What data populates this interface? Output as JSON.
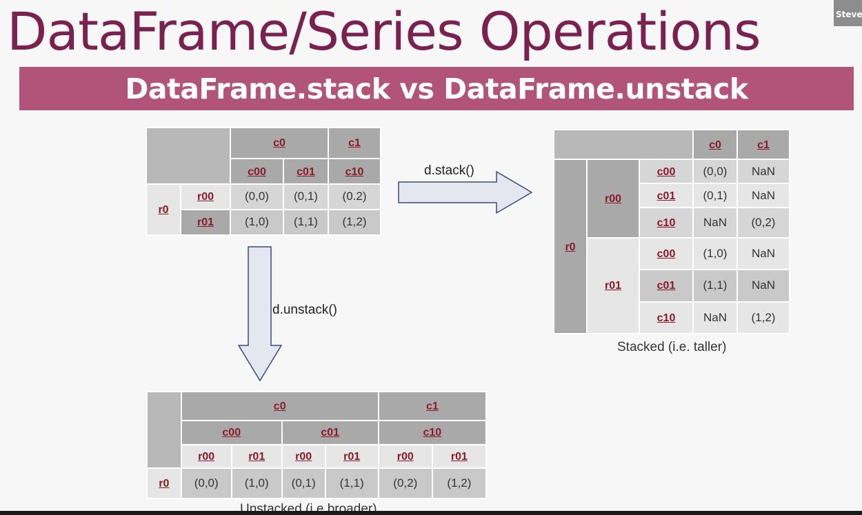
{
  "slide": {
    "title": "DataFrame/Series Operations",
    "subtitle": "DataFrame.stack vs DataFrame.unstack"
  },
  "webcam": {
    "name": "Steve"
  },
  "colors": {
    "title": "#7b2150",
    "banner": "#b2547a",
    "label": "#8a1a2a"
  },
  "original": {
    "cols": {
      "c0": "c0",
      "c1": "c1",
      "c00": "c00",
      "c01": "c01",
      "c10": "c10"
    },
    "rows": {
      "r0": "r0",
      "r00": "r00",
      "r01": "r01"
    },
    "values": [
      [
        "(0,0)",
        "(0,1)",
        "(0.2)"
      ],
      [
        "(1,0)",
        "(1,1)",
        "(1,2)"
      ]
    ]
  },
  "arrows": {
    "stack": "d.stack()",
    "unstack": "d.unstack()"
  },
  "stacked": {
    "cols": {
      "c0": "c0",
      "c1": "c1"
    },
    "r0": "r0",
    "groups": [
      {
        "label": "r00",
        "rows": [
          {
            "key": "c00",
            "c0": "(0,0)",
            "c1": "NaN"
          },
          {
            "key": "c01",
            "c0": "(0,1)",
            "c1": "NaN"
          },
          {
            "key": "c10",
            "c0": "NaN",
            "c1": "(0,2)"
          }
        ]
      },
      {
        "label": "r01",
        "rows": [
          {
            "key": "c00",
            "c0": "(1,0)",
            "c1": "NaN"
          },
          {
            "key": "c01",
            "c0": "(1,1)",
            "c1": "NaN"
          },
          {
            "key": "c10",
            "c0": "NaN",
            "c1": "(1,2)"
          }
        ]
      }
    ],
    "caption": "Stacked (i.e. taller)"
  },
  "unstacked": {
    "top": {
      "c0": "c0",
      "c1": "c1"
    },
    "mid": {
      "c00": "c00",
      "c01": "c01",
      "c10": "c10"
    },
    "sub": [
      "r00",
      "r01",
      "r00",
      "r01",
      "r00",
      "r01"
    ],
    "row_label": "r0",
    "values": [
      "(0,0)",
      "(1,0)",
      "(0,1)",
      "(1,1)",
      "(0,2)",
      "(1,2)"
    ],
    "caption": "Unstacked (i.e broader)"
  }
}
